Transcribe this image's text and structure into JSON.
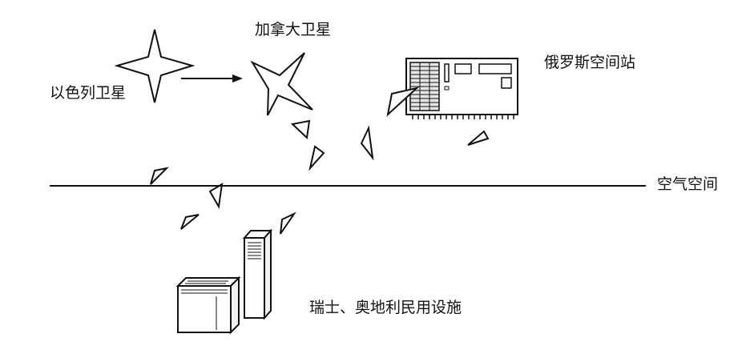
{
  "labels": {
    "israel_satellite": "以色列卫星",
    "canada_satellite": "加拿大卫星",
    "russian_station": "俄罗斯空间站",
    "airspace": "空气空间",
    "civil_facilities": "瑞士、奥地利民用设施"
  },
  "colors": {
    "stroke": "#111111",
    "fill": "#ffffff",
    "panel": "#e6e6e6",
    "server": "#f2f2f2"
  }
}
